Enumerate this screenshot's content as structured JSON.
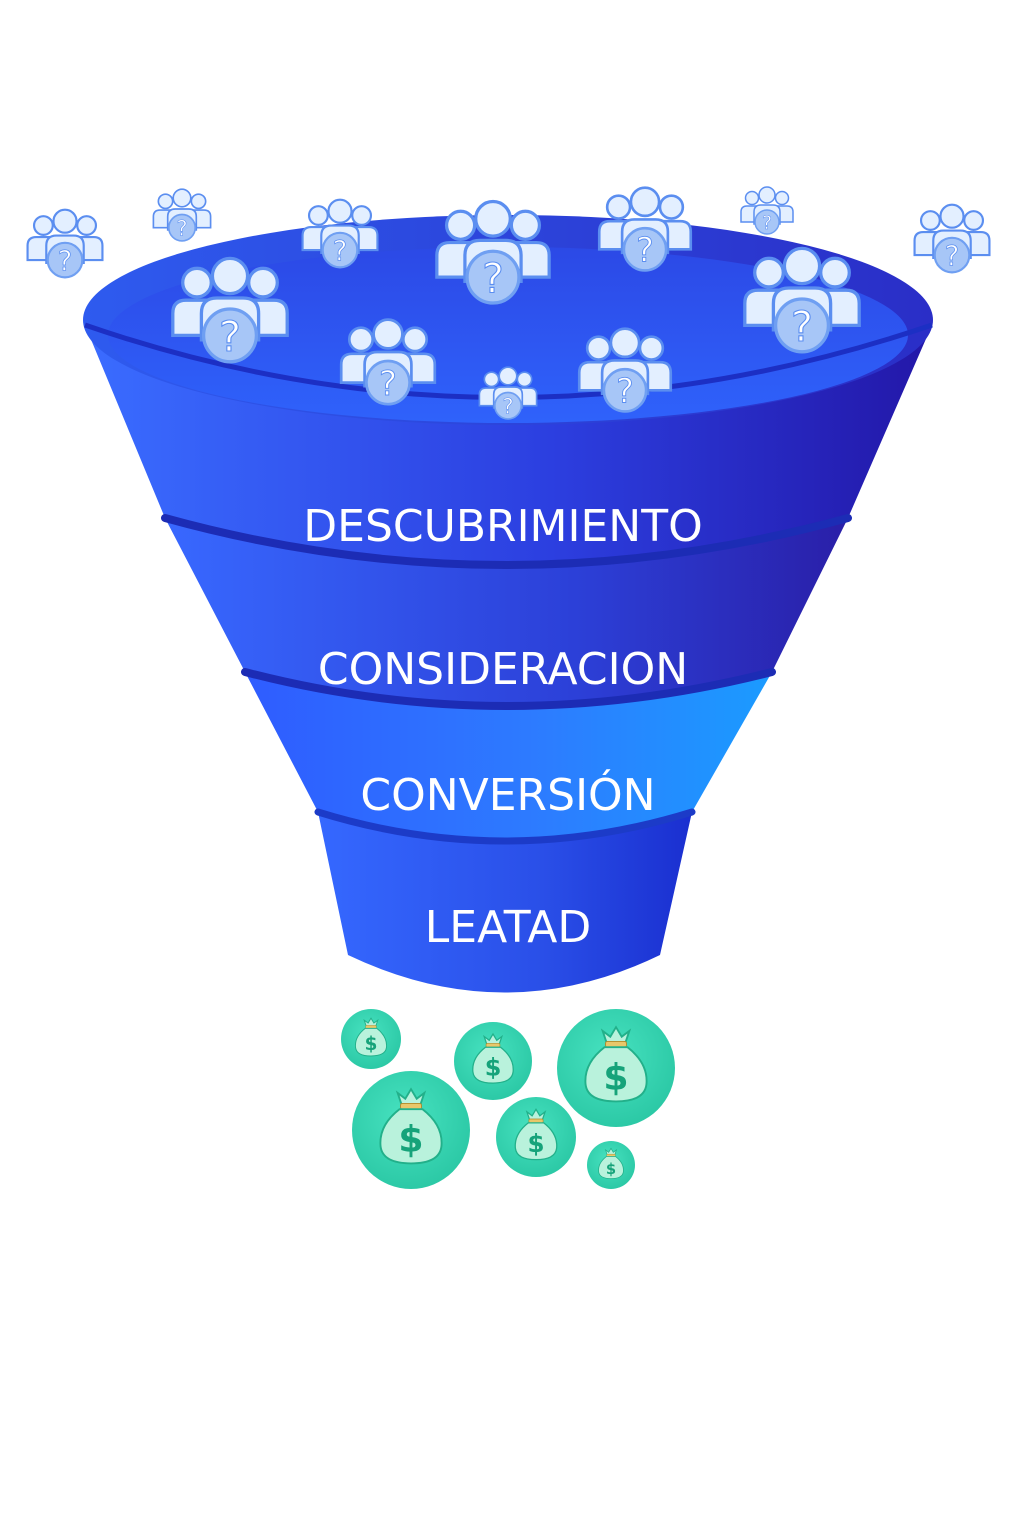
{
  "funnel": {
    "stages": [
      {
        "label": "DESCUBRIMIENTO"
      },
      {
        "label": "CONSIDERACION"
      },
      {
        "label": "CONVERSIÓN"
      },
      {
        "label": "LEATAD"
      }
    ]
  },
  "icons": {
    "prospect_group": "people-question-icon",
    "revenue": "money-bag-icon"
  },
  "colors": {
    "funnel_dark": "#2a1fb8",
    "funnel_mid": "#2f55f0",
    "funnel_light": "#3b78ff",
    "conversion_accent": "#1e90ff",
    "people_fill": "#e3efff",
    "people_stroke": "#5b8ef0",
    "question_badge": "#a7c6f7",
    "money_circle": "#33d6b2",
    "money_bag": "#b9f2dc",
    "dollar": "#16a37a"
  }
}
